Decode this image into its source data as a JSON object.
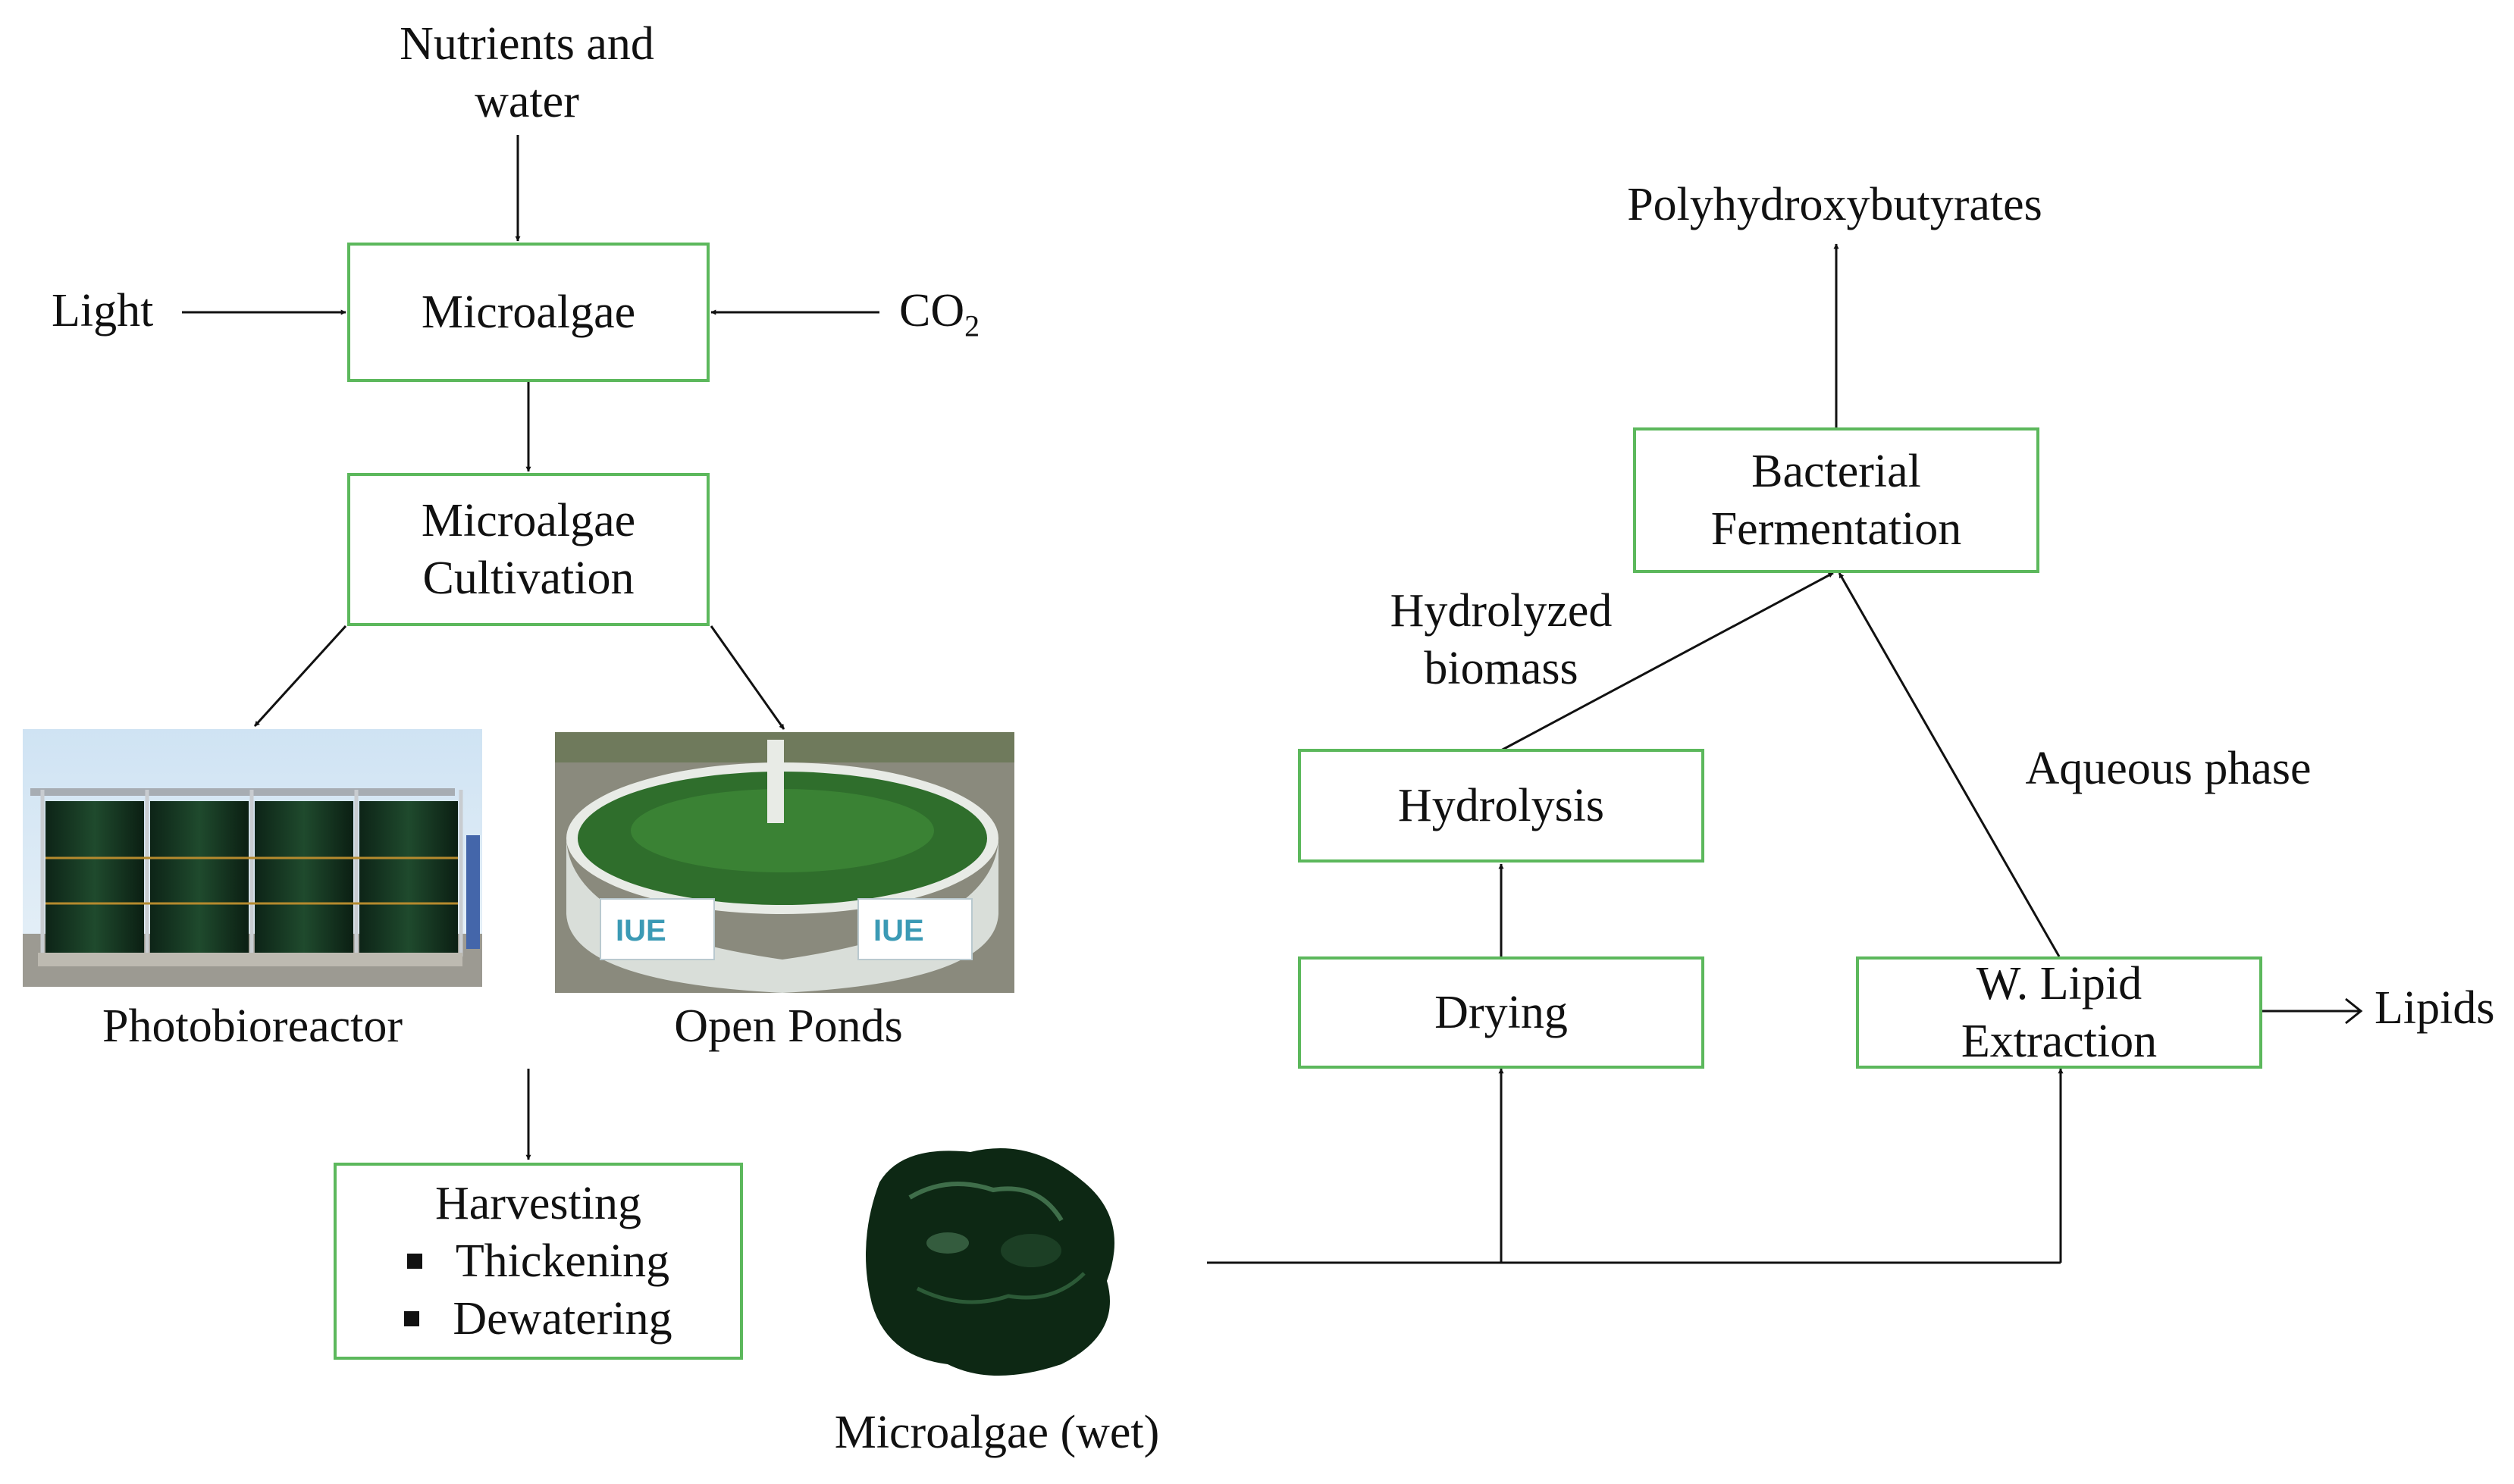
{
  "inputs": {
    "nutrients_line1": "Nutrients and",
    "nutrients_line2": "water",
    "light": "Light",
    "co2_main": "CO",
    "co2_sub": "2"
  },
  "boxes": {
    "microalgae": "Microalgae",
    "cultivation_line1": "Microalgae",
    "cultivation_line2": "Cultivation",
    "harvesting_title": "Harvesting",
    "harvesting_items": [
      "Thickening",
      "Dewatering"
    ],
    "hydrolysis": "Hydrolysis",
    "drying": "Drying",
    "lipid_line1": "W. Lipid",
    "lipid_line2": "Extraction",
    "fermentation_line1": "Bacterial",
    "fermentation_line2": "Fermentation"
  },
  "images": {
    "photobioreactor": "Photobioreactor",
    "open_ponds": "Open Ponds",
    "microalgae_wet": "Microalgae (wet)",
    "pond_sign_logo": "IUE"
  },
  "outputs": {
    "phb": "Polyhydroxybutyrates",
    "hydrolyzed_line1": "Hydrolyzed",
    "hydrolyzed_line2": "biomass",
    "aqueous": "Aqueous phase",
    "lipids": "Lipids"
  },
  "colors": {
    "box_border": "#5cb85c",
    "arrow": "#111111"
  }
}
